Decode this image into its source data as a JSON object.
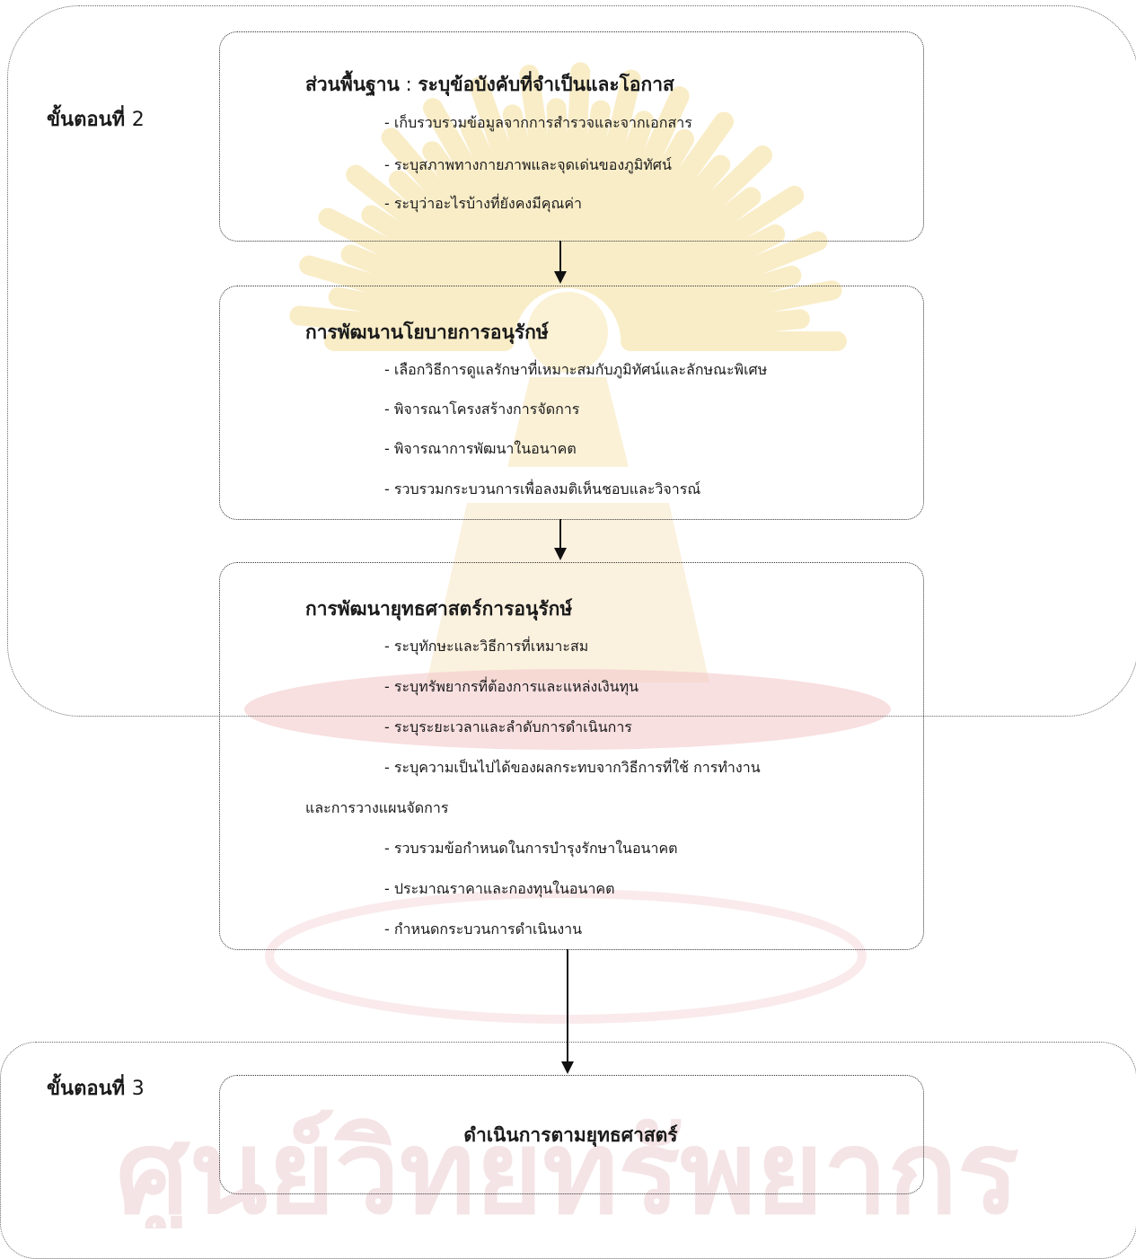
{
  "stage2": {
    "label_word": "ขั้นตอนที่",
    "label_num": "2",
    "box1": {
      "title_bold": "ส่วนพื้นฐาน",
      "title_sep": " : ",
      "title_rest": "ระบุข้อบังคับที่จำเป็นและโอกาส",
      "items": [
        "- เก็บรวบรวมข้อมูลจากการสำรวจและจากเอกสาร",
        "- ระบุสภาพทางกายภาพและจุดเด่นของภูมิทัศน์",
        "- ระบุว่าอะไรบ้างที่ยังคงมีคุณค่า"
      ]
    },
    "box2": {
      "title": "การพัฒนานโยบายการอนุรักษ์",
      "items": [
        "- เลือกวิธีการดูแลรักษาที่เหมาะสมกับภูมิทัศน์และลักษณะพิเศษ",
        "- พิจารณาโครงสร้างการจัดการ",
        "- พิจารณาการพัฒนาในอนาคต",
        "- รวบรวมกระบวนการเพื่อลงมติเห็นชอบและวิจารณ์"
      ]
    },
    "box3": {
      "title": "การพัฒนายุทธศาสตร์การอนุรักษ์",
      "items": [
        "- ระบุทักษะและวิธีการที่เหมาะสม",
        "- ระบุทรัพยากรที่ต้องการและแหล่งเงินทุน",
        "- ระบุระยะเวลาและลำดับการดำเนินการ",
        "- ระบุความเป็นไปได้ของผลกระทบจากวิธีการที่ใช้ การทำงาน",
        "และการวางแผนจัดการ",
        "- รวบรวมข้อกำหนดในการบำรุงรักษาในอนาคต",
        "- ประมาณราคาและกองทุนในอนาคต",
        "- กำหนดกระบวนการดำเนินงาน"
      ]
    }
  },
  "stage3": {
    "label_word": "ขั้นตอนที่",
    "label_num": "3",
    "box": {
      "title": "ดำเนินการตามยุทธศาสตร์"
    }
  },
  "watermark": {
    "text": "ศูนย์วิทยทรัพยากร",
    "colors": {
      "rays": "#f3d98a",
      "pink": "#f1c2c6",
      "text": "#eac8cc"
    }
  }
}
